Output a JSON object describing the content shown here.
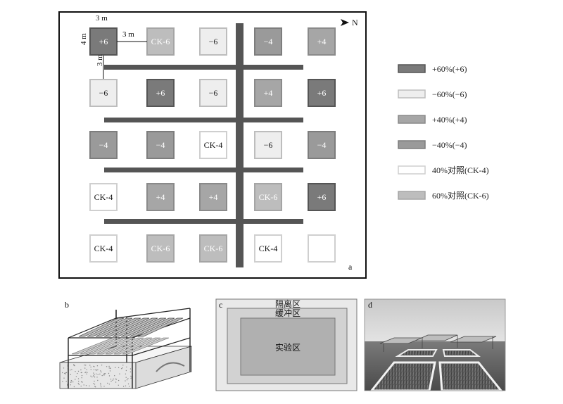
{
  "panel_a": {
    "letter": "a",
    "north_label": "N",
    "dims": {
      "top": "3 m",
      "side": "4 m",
      "spacing_h": "3 m",
      "spacing_v": "3 m"
    },
    "rows": [
      [
        {
          "label": "+6",
          "type": "p60"
        },
        {
          "label": "CK-6",
          "type": "ck6"
        },
        {
          "label": "−6",
          "type": "m60"
        },
        {
          "label": "−4",
          "type": "m40"
        },
        {
          "label": "+4",
          "type": "p40"
        }
      ],
      [
        {
          "label": "−6",
          "type": "m60"
        },
        {
          "label": "+6",
          "type": "p60"
        },
        {
          "label": "−6",
          "type": "m60"
        },
        {
          "label": "+4",
          "type": "p40"
        },
        {
          "label": "+6",
          "type": "p60"
        }
      ],
      [
        {
          "label": "−4",
          "type": "m40"
        },
        {
          "label": "−4",
          "type": "m40"
        },
        {
          "label": "CK-4",
          "type": "ck4"
        },
        {
          "label": "−6",
          "type": "m60"
        },
        {
          "label": "−4",
          "type": "m40"
        }
      ],
      [
        {
          "label": "CK-4",
          "type": "ck4"
        },
        {
          "label": "+4",
          "type": "p40"
        },
        {
          "label": "+4",
          "type": "p40"
        },
        {
          "label": "CK-6",
          "type": "ck6"
        },
        {
          "label": "+6",
          "type": "p60"
        }
      ],
      [
        {
          "label": "CK-4",
          "type": "ck4"
        },
        {
          "label": "CK-6",
          "type": "ck6"
        },
        {
          "label": "CK-6",
          "type": "ck6"
        },
        {
          "label": "CK-4",
          "type": "ck4"
        },
        {
          "label": "",
          "type": "ck4"
        }
      ]
    ]
  },
  "legend": [
    {
      "key": "p60",
      "label": "+60%(+6)"
    },
    {
      "key": "m60",
      "label": "−60%(−6)"
    },
    {
      "key": "p40",
      "label": "+40%(+4)"
    },
    {
      "key": "m40",
      "label": "−40%(−4)"
    },
    {
      "key": "ck4",
      "label": "40%对照(CK-4)"
    },
    {
      "key": "ck6",
      "label": "60%对照(CK-6)"
    }
  ],
  "colors": {
    "p60": {
      "fill": "#7a7a7a",
      "stroke": "#555555",
      "text": "#ffffff"
    },
    "m60": {
      "fill": "#eeeeee",
      "stroke": "#bdbdbd",
      "text": "#222222"
    },
    "p40": {
      "fill": "#a6a6a6",
      "stroke": "#8a8a8a",
      "text": "#ffffff"
    },
    "m40": {
      "fill": "#9a9a9a",
      "stroke": "#7d7d7d",
      "text": "#ffffff"
    },
    "ck4": {
      "fill": "#ffffff",
      "stroke": "#cfcfcf",
      "text": "#111111"
    },
    "ck6": {
      "fill": "#bdbdbd",
      "stroke": "#a5a5a5",
      "text": "#ffffff"
    },
    "road": "#555555"
  },
  "panel_b": {
    "letter": "b"
  },
  "panel_c": {
    "letter": "c",
    "outer_label": "隔离区",
    "middle_label": "缓冲区",
    "inner_label": "实验区"
  },
  "panel_d": {
    "letter": "d"
  }
}
